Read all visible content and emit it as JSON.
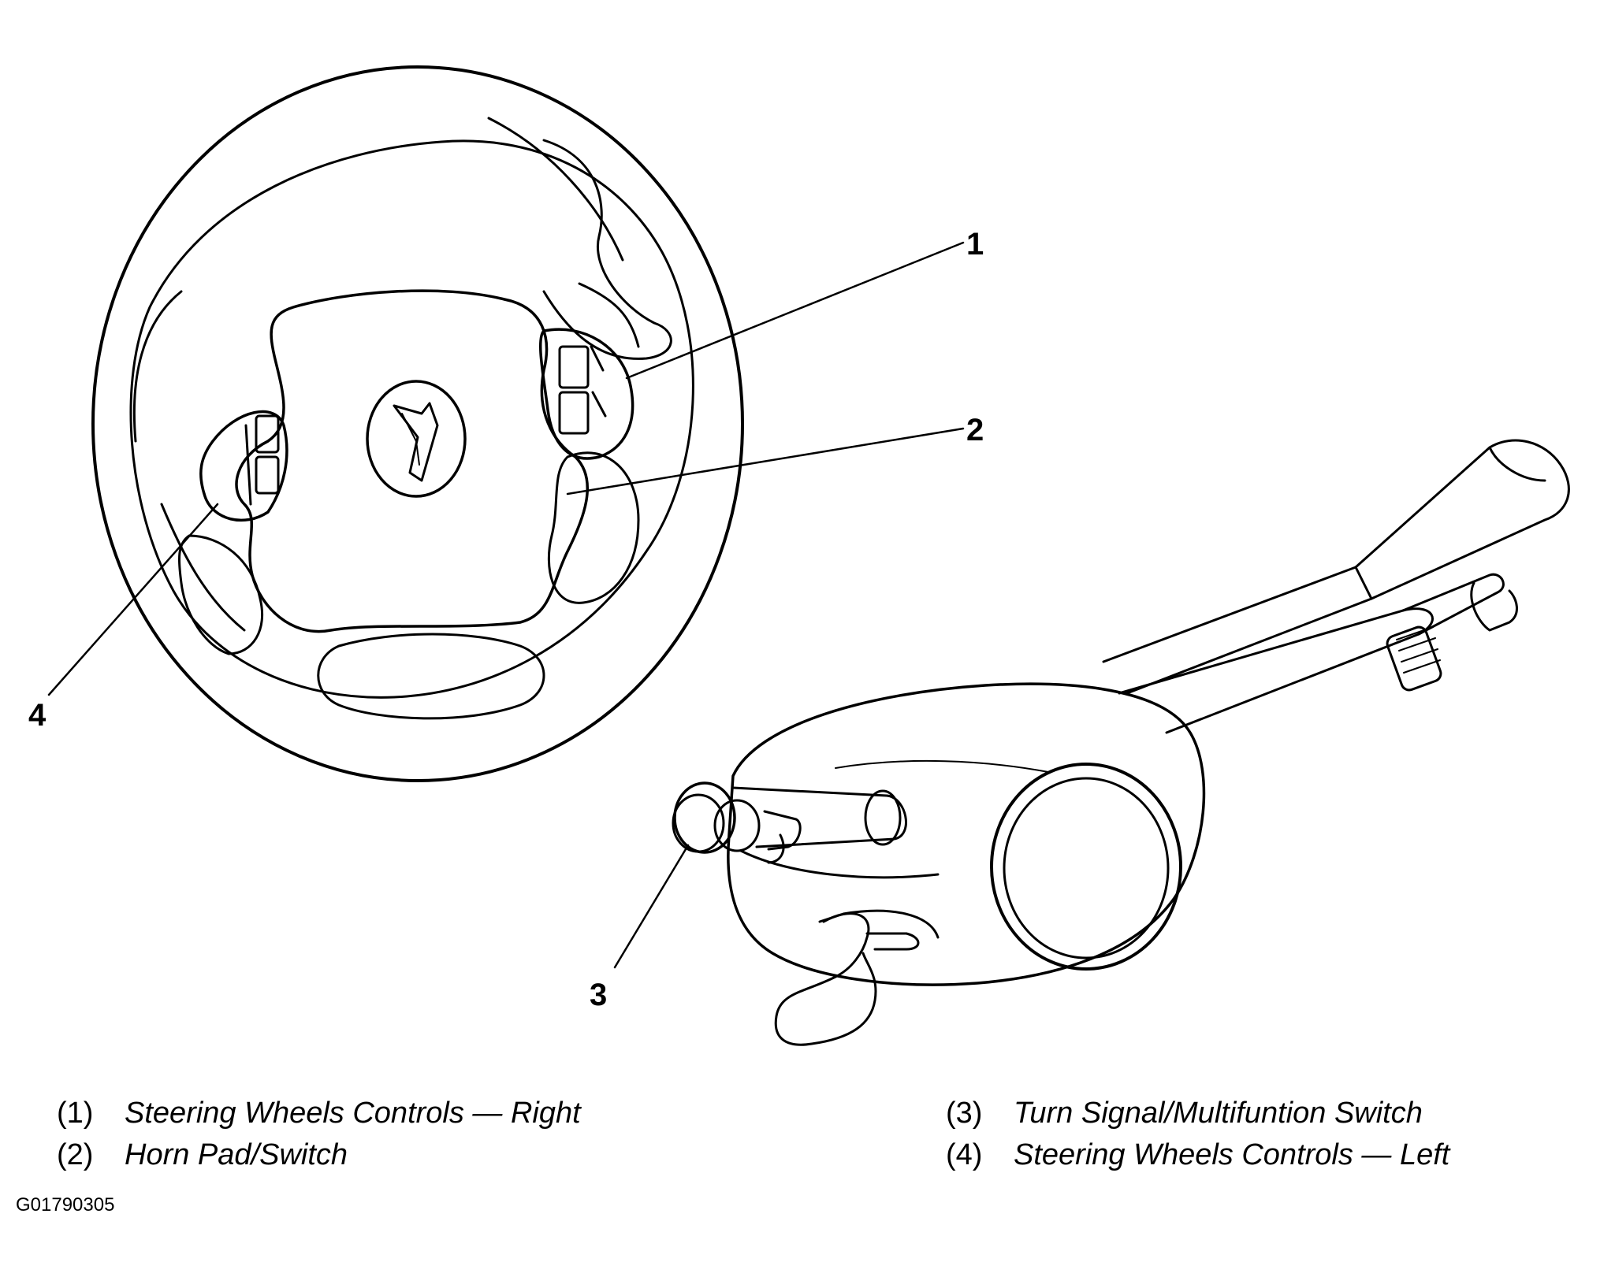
{
  "callouts": {
    "c1": "1",
    "c2": "2",
    "c3": "3",
    "c4": "4"
  },
  "legend": {
    "items": [
      {
        "number": "(1)",
        "text": "Steering Wheels Controls — Right"
      },
      {
        "number": "(2)",
        "text": "Horn Pad/Switch"
      },
      {
        "number": "(3)",
        "text": "Turn Signal/Multifuntion Switch"
      },
      {
        "number": "(4)",
        "text": "Steering Wheels Controls — Left"
      }
    ]
  },
  "figure_id": "G01790305",
  "colors": {
    "line": "#000000",
    "background": "#ffffff"
  }
}
